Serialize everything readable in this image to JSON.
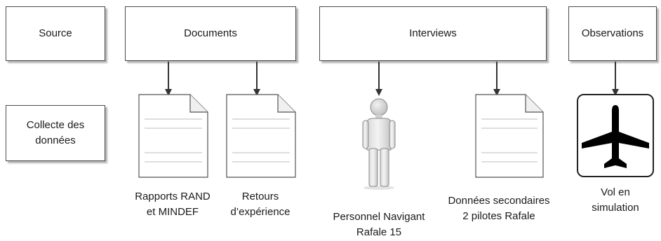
{
  "rows": {
    "source_label": "Source",
    "collect_label_line1": "Collecte des",
    "collect_label_line2": "données"
  },
  "headers": [
    {
      "id": "documents",
      "label": "Documents"
    },
    {
      "id": "interviews",
      "label": "Interviews"
    },
    {
      "id": "observations",
      "label": "Observations"
    }
  ],
  "items": [
    {
      "icon": "document-icon",
      "line1": "Rapports RAND",
      "line2": "et MINDEF"
    },
    {
      "icon": "document-icon",
      "line1": "Retours",
      "line2": "d’expérience"
    },
    {
      "icon": "person-icon",
      "line1": "Personnel Navigant",
      "line2": "Rafale 15"
    },
    {
      "icon": "document-icon",
      "line1": "Données secondaires",
      "line2": "2 pilotes Rafale"
    },
    {
      "icon": "airplane-icon",
      "line1": "Vol en",
      "line2": "simulation"
    }
  ],
  "colors": {
    "border": "#4a4a4a",
    "shadow": "#b5b5b5",
    "arrow": "#333333"
  }
}
